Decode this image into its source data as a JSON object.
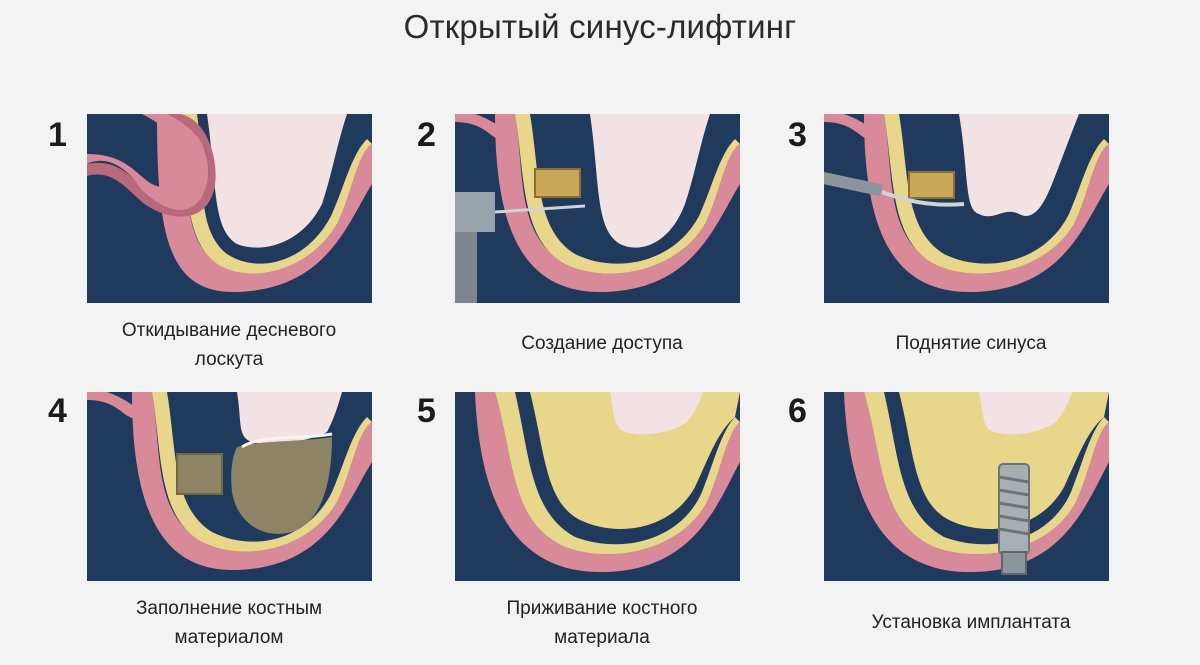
{
  "title": "Открытый синус-лифтинг",
  "steps": [
    {
      "number": "1",
      "caption": "Откидывание десневого\nлоскута"
    },
    {
      "number": "2",
      "caption": "Создание доступа"
    },
    {
      "number": "3",
      "caption": "Поднятие синуса"
    },
    {
      "number": "4",
      "caption": "Заполнение костным\nматериалом"
    },
    {
      "number": "5",
      "caption": "Приживание костного\nматериала"
    },
    {
      "number": "6",
      "caption": "Установка имплантата"
    }
  ],
  "colors": {
    "background": "#1f3a5c",
    "bone": "#e8d68a",
    "gum": "#d88a9a",
    "sinus": "#f2e2e4",
    "graft": "#8c8464"
  }
}
